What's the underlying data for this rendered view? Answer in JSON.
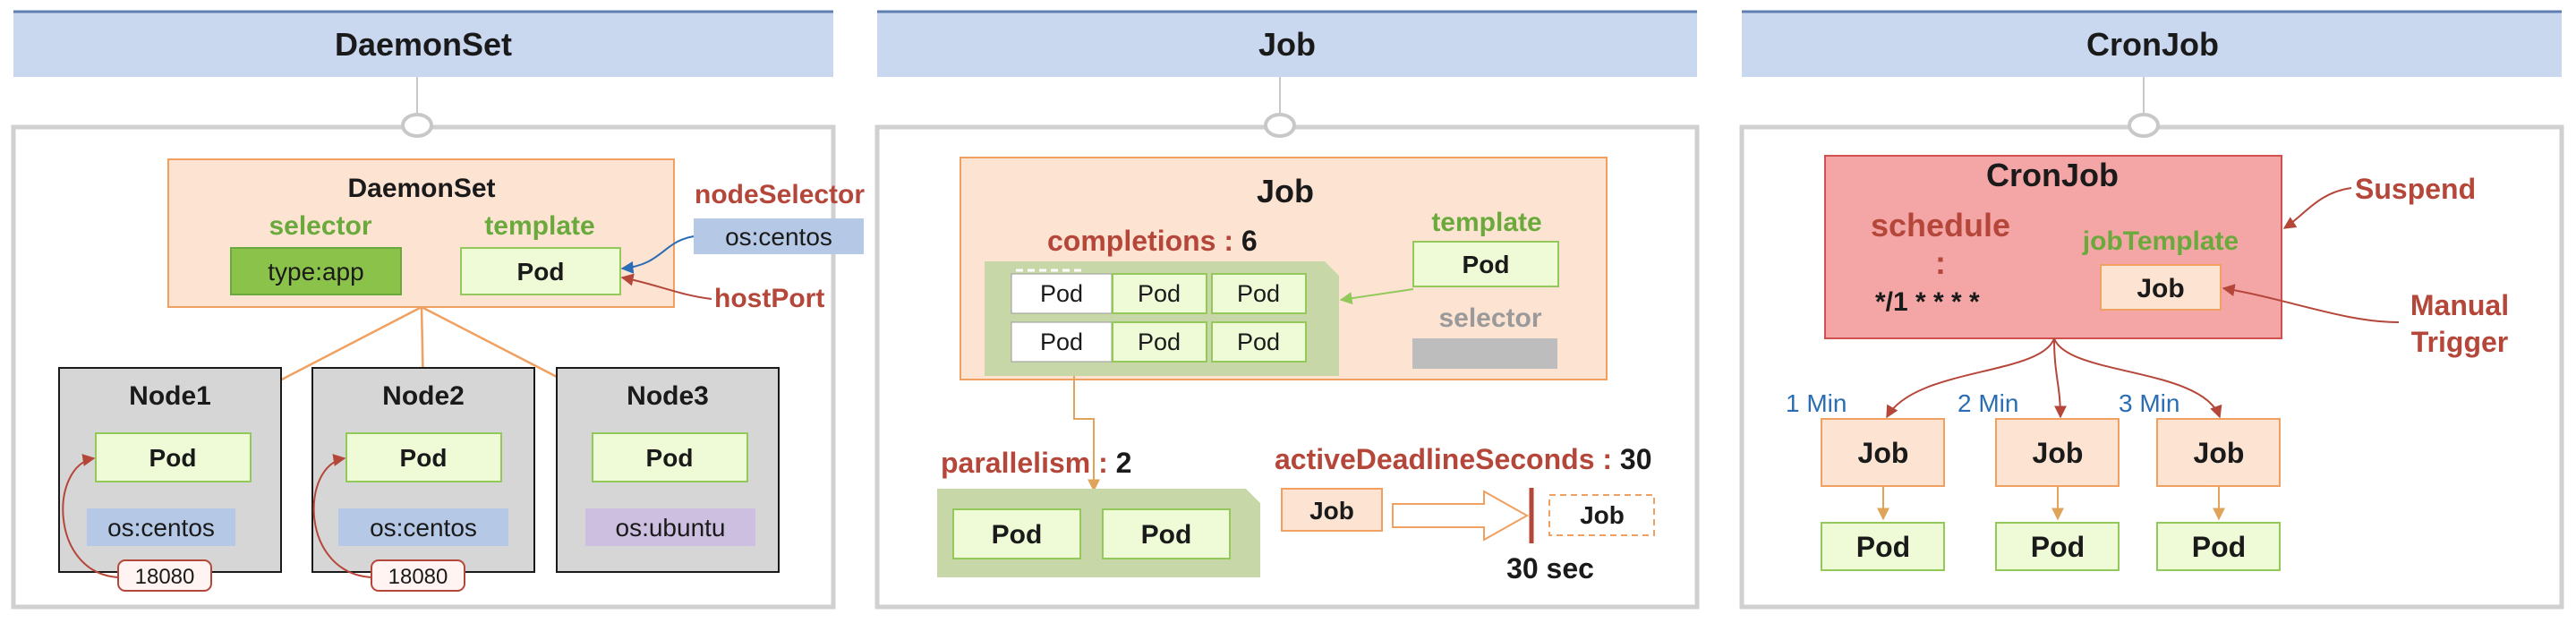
{
  "colors": {
    "header_fill": "#c9d8ef",
    "header_line": "#5f7fb3",
    "panel_border": "#d0d0d0",
    "orange_border": "#f0a060",
    "orange_fill": "#fde3d2",
    "pod_green": "#eefbd6",
    "pod_green_border": "#92c95a",
    "selector_green": "#8bc34a",
    "label_green": "#6aaa3c",
    "label_red": "#b5473a",
    "label_blue": "#2a6db5",
    "node_fill": "#d6d6d6",
    "blue_chip": "#b5c9e6",
    "purple_chip": "#cdbfe0",
    "cronjob_fill": "#f4a6a6",
    "cronjob_border": "#d05050"
  },
  "panels": {
    "daemonset": {
      "header": "DaemonSet",
      "box_title": "DaemonSet",
      "selector_label": "selector",
      "template_label": "template",
      "selector_value": "type:app",
      "template_pod": "Pod",
      "node_selector_label": "nodeSelector",
      "node_selector_value": "os:centos",
      "host_port_label": "hostPort",
      "nodes": [
        {
          "name": "Node1",
          "pod": "Pod",
          "os": "os:centos",
          "port": "18080"
        },
        {
          "name": "Node2",
          "pod": "Pod",
          "os": "os:centos",
          "port": "18080"
        },
        {
          "name": "Node3",
          "pod": "Pod",
          "os": "os:ubuntu",
          "port": ""
        }
      ]
    },
    "job": {
      "header": "Job",
      "box_title": "Job",
      "completions_label": "completions : ",
      "completions_value": "6",
      "template_label": "template",
      "template_pod": "Pod",
      "selector_label": "selector",
      "pods": [
        "Pod",
        "Pod",
        "Pod",
        "Pod",
        "Pod",
        "Pod"
      ],
      "parallelism_label": "parallelism : ",
      "parallelism_value": "2",
      "parallel_pods": [
        "Pod",
        "Pod"
      ],
      "deadline_label": "activeDeadlineSeconds : ",
      "deadline_value": "30",
      "deadline_job_left": "Job",
      "deadline_job_right": "Job",
      "deadline_time": "30 sec"
    },
    "cronjob": {
      "header": "CronJob",
      "box_title": "CronJob",
      "schedule_label": "schedule",
      "schedule_colon": ":",
      "schedule_value": "*/1 * * * *",
      "job_template_label": "jobTemplate",
      "job_template_value": "Job",
      "suspend_label": "Suspend",
      "manual_label_1": "Manual",
      "manual_label_2": "Trigger",
      "runs": [
        {
          "interval": "1 Min",
          "job": "Job",
          "pod": "Pod"
        },
        {
          "interval": "2 Min",
          "job": "Job",
          "pod": "Pod"
        },
        {
          "interval": "3 Min",
          "job": "Job",
          "pod": "Pod"
        }
      ]
    }
  }
}
